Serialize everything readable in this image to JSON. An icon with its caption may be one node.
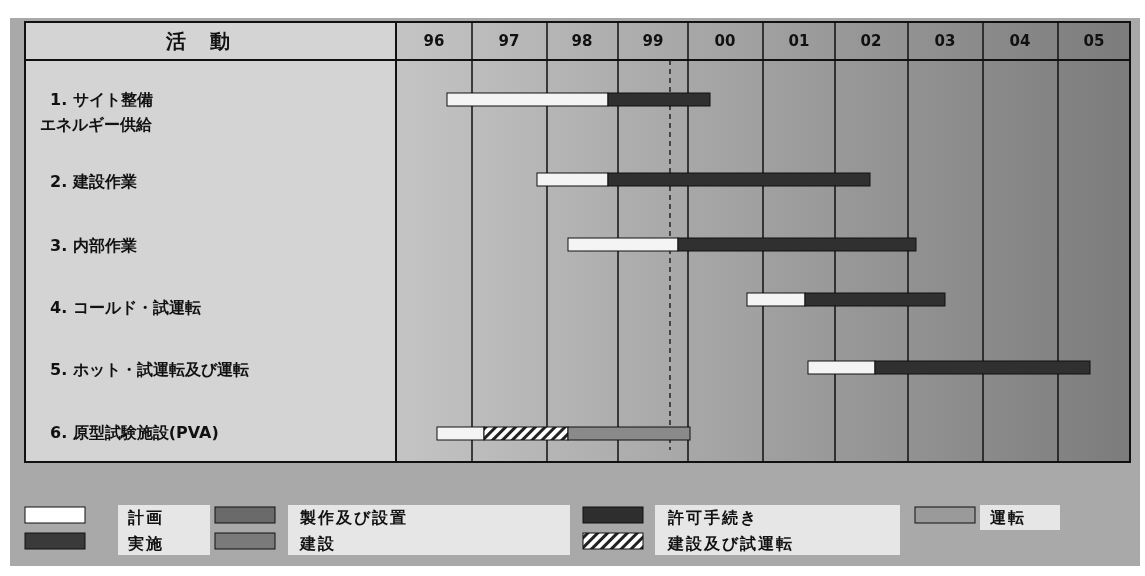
{
  "diagram": {
    "labels": [
      "活動",
      "96",
      "97",
      "98",
      "99",
      "00",
      "01",
      "02",
      "03",
      "04",
      "05",
      "1. サイト整備エネルギー供給",
      "2. 建設作業",
      "3. 内部作業",
      "4. コールド・試運転",
      "5. ホット・試運転及び運転",
      "6. 原型試験施設(PVA)"
    ],
    "legend": [
      {
        "text": "計画",
        "color": "#ffffff"
      },
      {
        "text": "製作及び設置",
        "color": "#6a6a6a"
      },
      {
        "text": "許可手続き",
        "color": "#2e2e2e"
      },
      {
        "text": "運転",
        "color": "#9a9a9a"
      },
      {
        "text": "実施",
        "color": "#3a3a3a"
      },
      {
        "text": "建設",
        "color": "#7a7a7a"
      },
      {
        "text": "建設及び試運転"
      }
    ]
  }
}
